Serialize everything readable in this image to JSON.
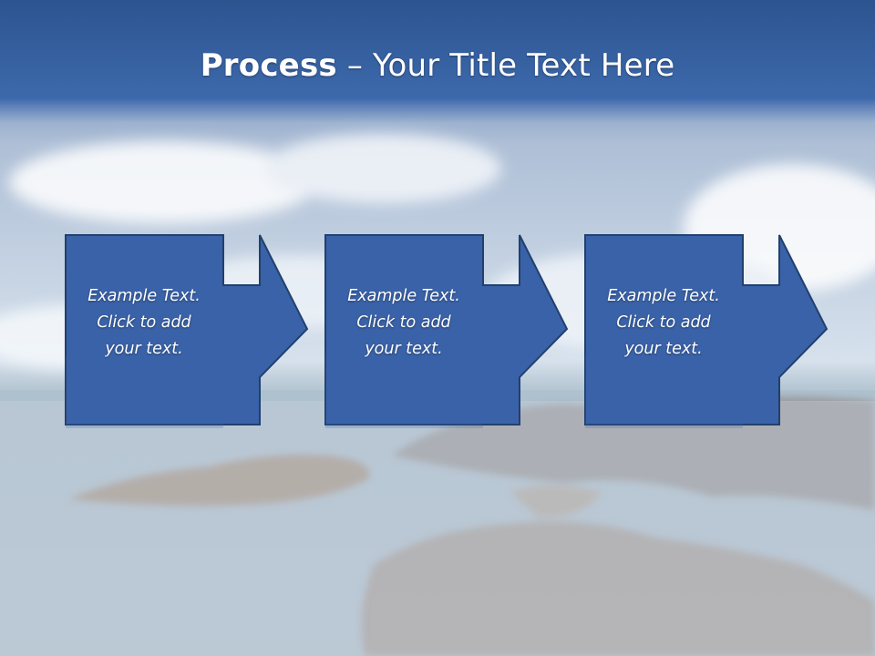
{
  "slide": {
    "title_bold": "Process",
    "title_rest": " – Your Title Text Here",
    "colors": {
      "band_top": "#2c548f",
      "band_bottom": "#3f6aad",
      "shape_fill": "#3a62a8",
      "shape_stroke": "#22406e",
      "sky": "#c9d8e8",
      "sea": "#a9bccb"
    }
  },
  "process": {
    "steps": [
      {
        "text": "Example Text.\nClick  to add\nyour text.",
        "icon": "right-arrow-icon"
      },
      {
        "text": "Example Text.\nClick  to add\nyour text.",
        "icon": "right-arrow-icon"
      },
      {
        "text": "Example Text.\nClick  to add\nyour text.",
        "icon": "right-arrow-icon"
      }
    ]
  }
}
